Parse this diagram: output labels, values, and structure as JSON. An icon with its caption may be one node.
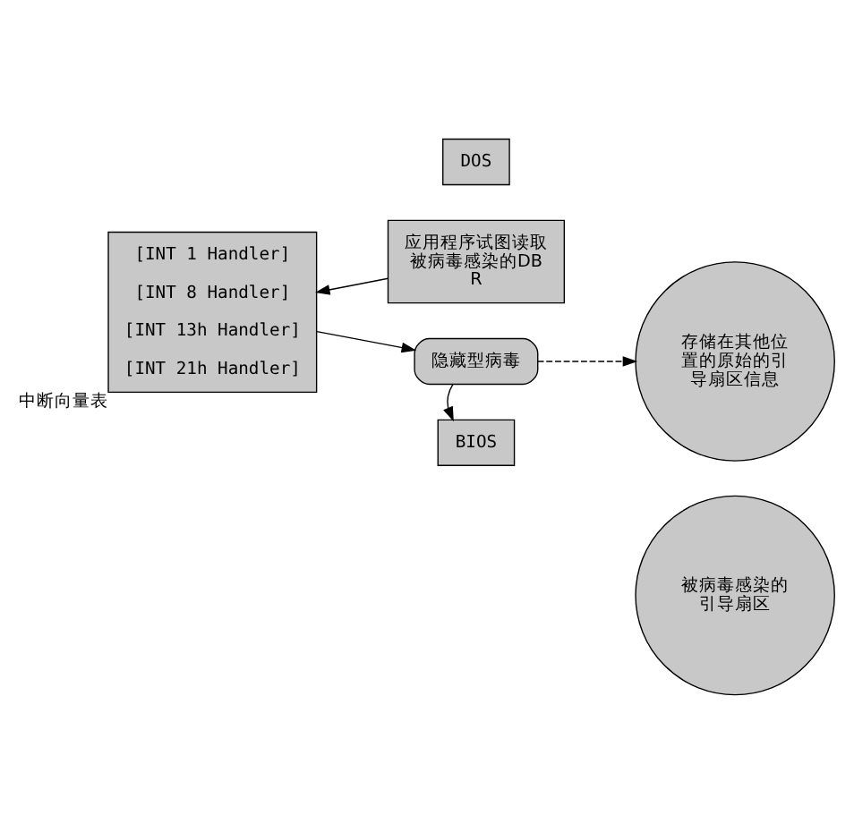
{
  "diagram": {
    "nodes": [
      {
        "text": [
          "[INT 1 Handler]",
          "[INT 8 Handler]",
          "[INT 13h Handler]",
          "[INT 21h Handler]"
        ],
        "beside": [
          "中断向量表"
        ]
      },
      {
        "text": [
          "DOS"
        ]
      },
      {
        "text": [
          "应用程序试图读取被病毒感染的DBR"
        ]
      },
      {
        "text": [
          "隐藏型病毒"
        ]
      },
      {
        "text": [
          "BIOS"
        ]
      },
      {
        "text": [
          "存储在其他位置的原始的引导扇区信息"
        ]
      },
      {
        "text": [
          "被病毒感染的引导扇区"
        ]
      }
    ],
    "edges": [
      {
        "from": 2,
        "to": 0,
        "arrow": "to"
      },
      {
        "from": 0,
        "to": 3,
        "arrow": "to"
      },
      {
        "from": 3,
        "to": 4,
        "arrow": "to"
      },
      {
        "from": 3,
        "to": 5,
        "arrow": "to",
        "style": "dashed"
      }
    ]
  }
}
